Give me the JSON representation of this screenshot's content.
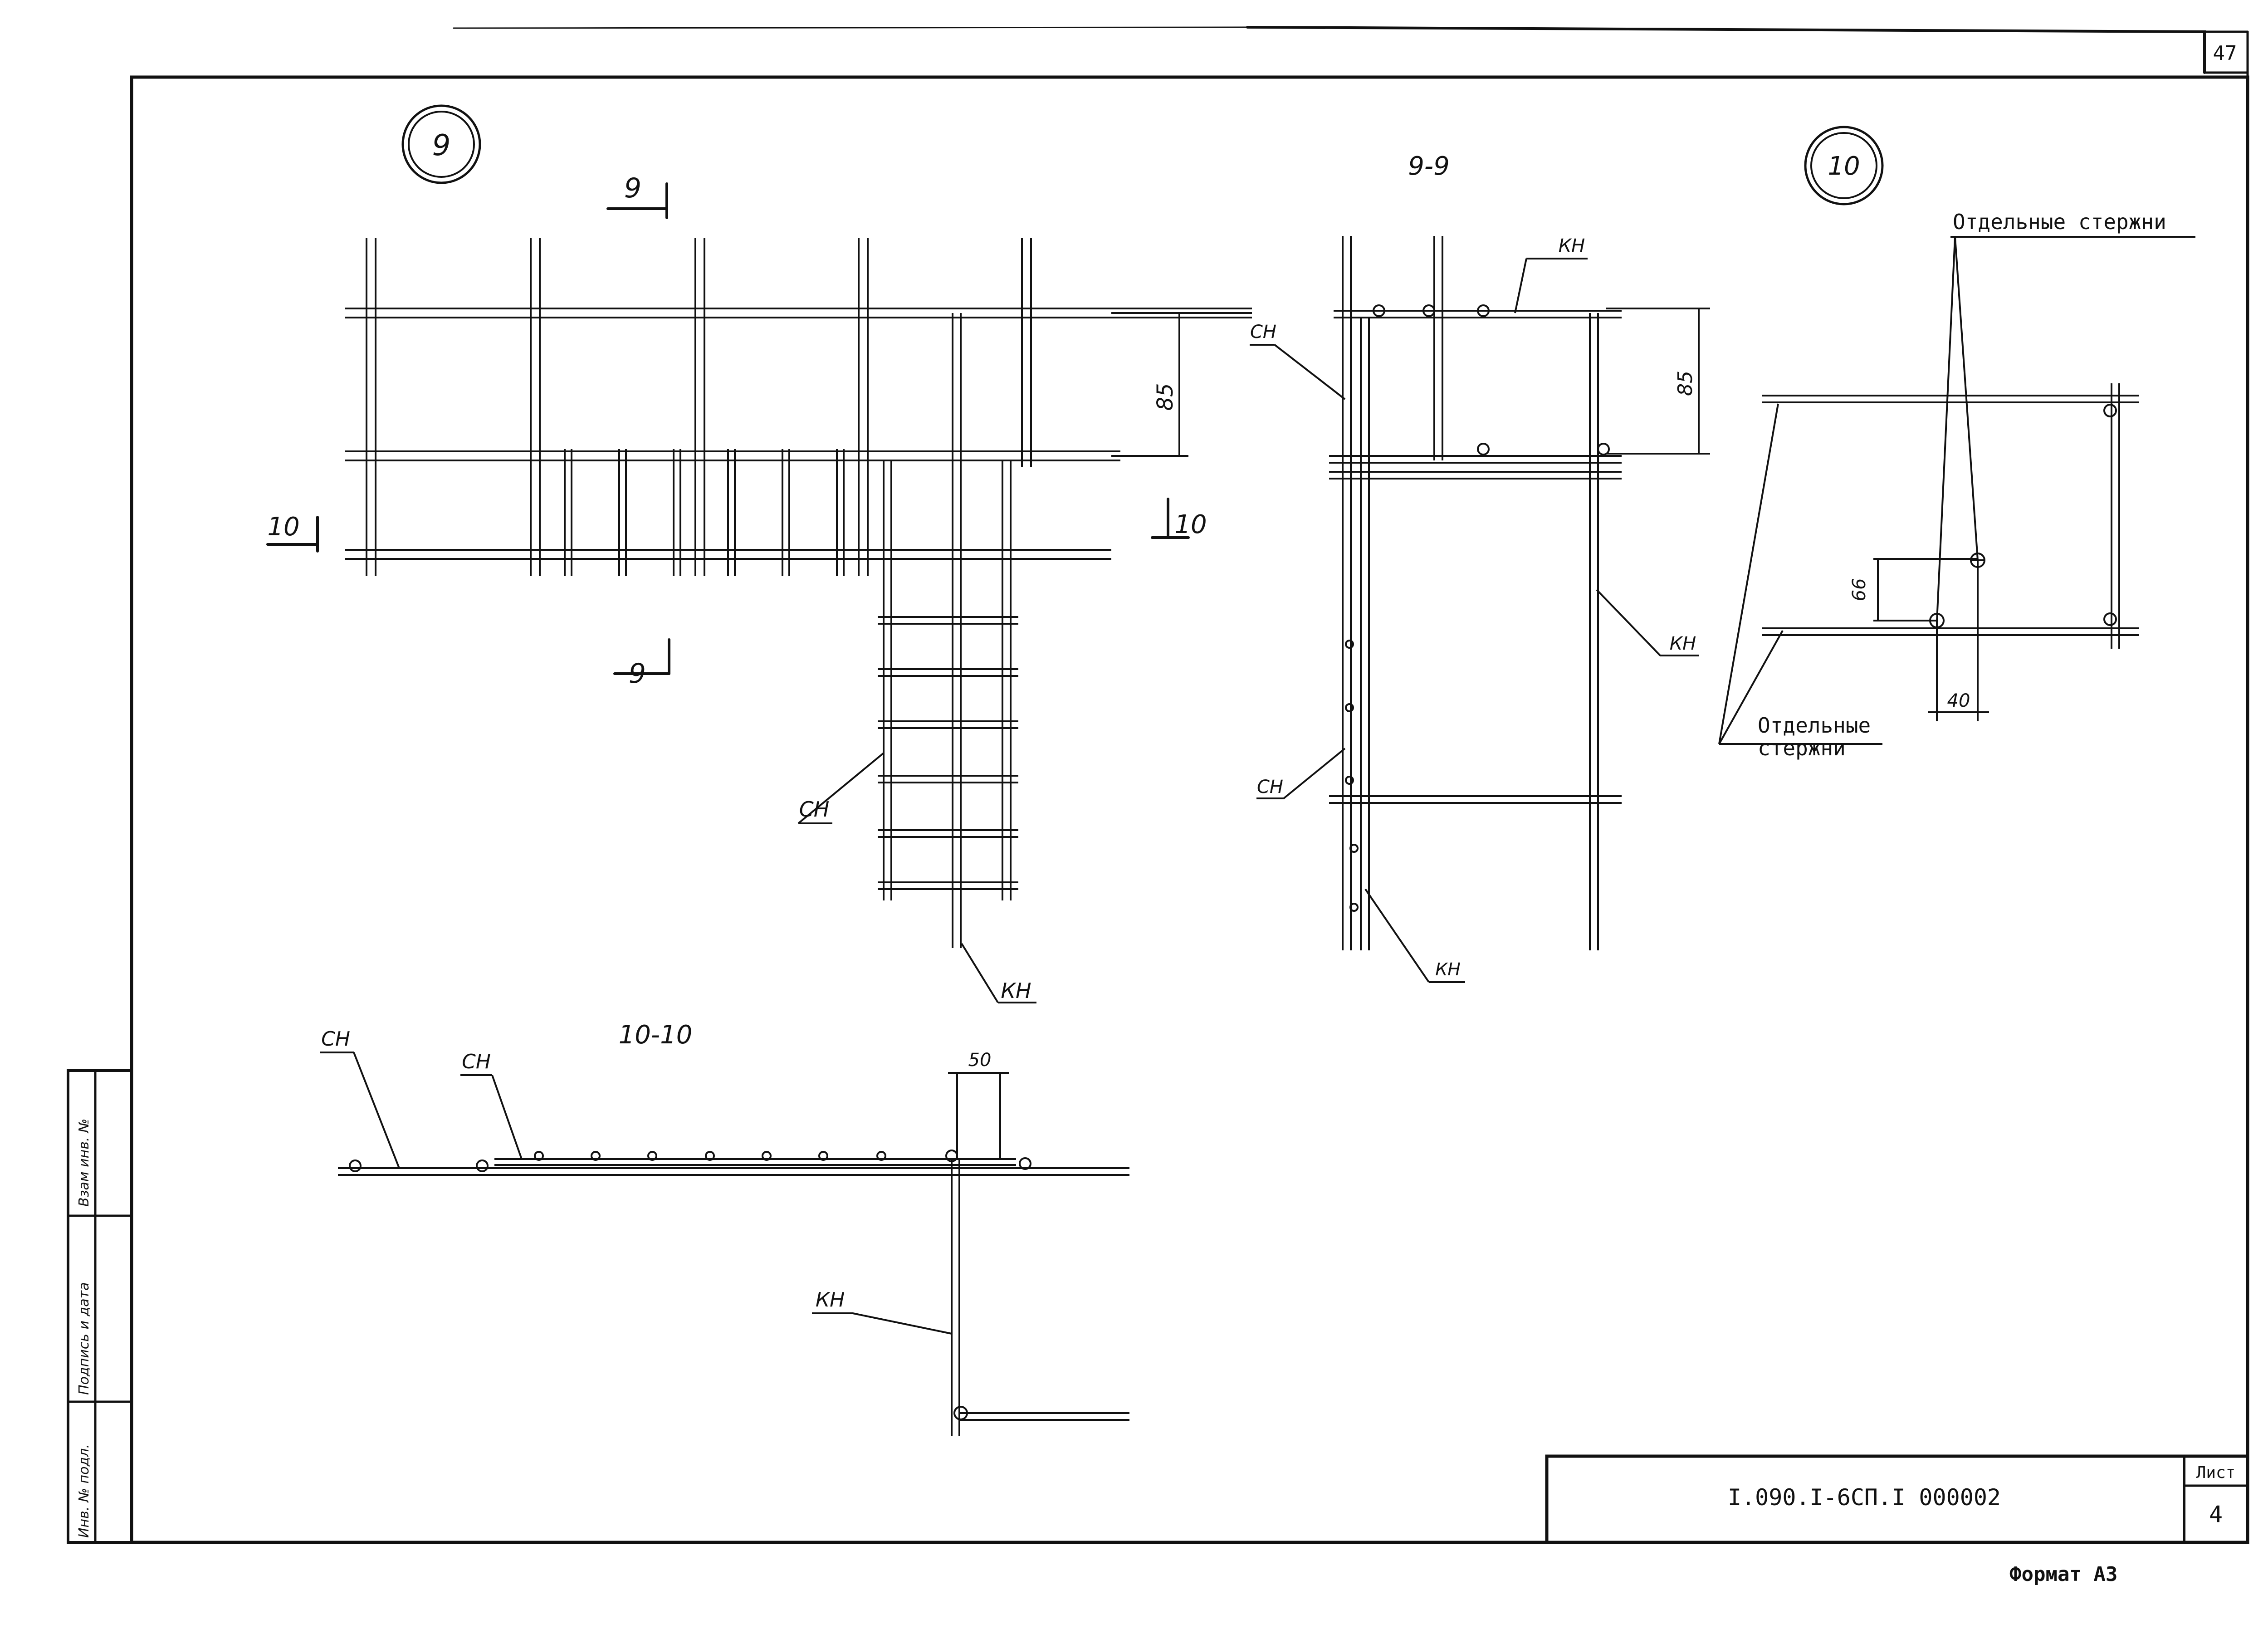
{
  "sheet": {
    "page_number": "47",
    "format_label": "Формат А3"
  },
  "side_stamp": {
    "cells": [
      "Взам инв. №",
      "Подпись и дата",
      "Инв. № подл."
    ]
  },
  "title_block": {
    "code": "I.090.I-6СП.I  000002",
    "sheet_label": "Лист",
    "sheet_number": "4"
  },
  "node_9": {
    "marker": "9",
    "section_mark_9": "9",
    "section_mark_10": "10",
    "dim_85": "85",
    "label_sn": "СН",
    "label_kn": "КН"
  },
  "section_9_9": {
    "title": "9-9",
    "label_kn_top": "КН",
    "label_sn_top": "СН",
    "label_kn_right": "КН",
    "label_sn_bottom": "СН",
    "label_kn_bottom": "КН",
    "dim_85": "85"
  },
  "node_10": {
    "marker": "10",
    "note_top": "Отдельные стержни",
    "note_bottom_line1": "Отдельные",
    "note_bottom_line2": "стержни",
    "dim_66": "66",
    "dim_40": "40"
  },
  "section_10_10": {
    "title": "10-10",
    "label_sn_left": "СН",
    "label_sn_mid": "СН",
    "label_kn": "КН",
    "dim_50": "50"
  }
}
